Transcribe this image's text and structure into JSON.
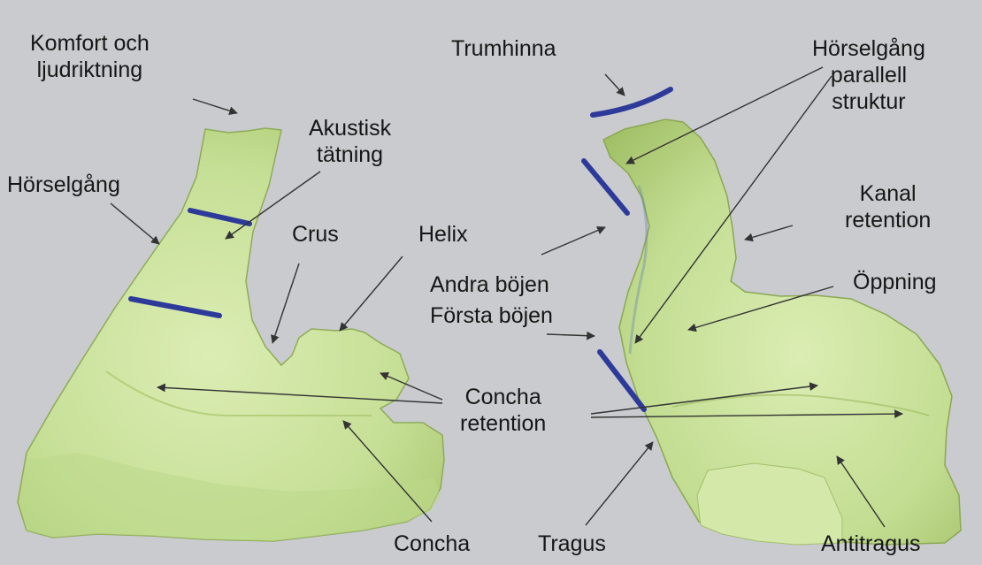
{
  "labels": {
    "komfort": [
      "Komfort och",
      "ljudriktning"
    ],
    "trumhinna": "Trumhinna",
    "horselgang_parallell": [
      "Hörselgång",
      "parallell",
      "struktur"
    ],
    "akustisk": [
      "Akustisk",
      "tätning"
    ],
    "horselgang": "Hörselgång",
    "kanal": [
      "Kanal",
      "retention"
    ],
    "crus": "Crus",
    "helix": "Helix",
    "andra_bojen": "Andra böjen",
    "forsta_bojen": "Första böjen",
    "oppning": "Öppning",
    "concha_retention": [
      "Concha",
      "retention"
    ],
    "concha": "Concha",
    "tragus": "Tragus",
    "antitragus": "Antitragus"
  },
  "colors": {
    "background": "#c9cbce",
    "shell": "#cfe5a8",
    "shell_shade": "#a9c56c",
    "marker": "#2d3a9a",
    "text": "#161616",
    "arrow": "#333333"
  }
}
